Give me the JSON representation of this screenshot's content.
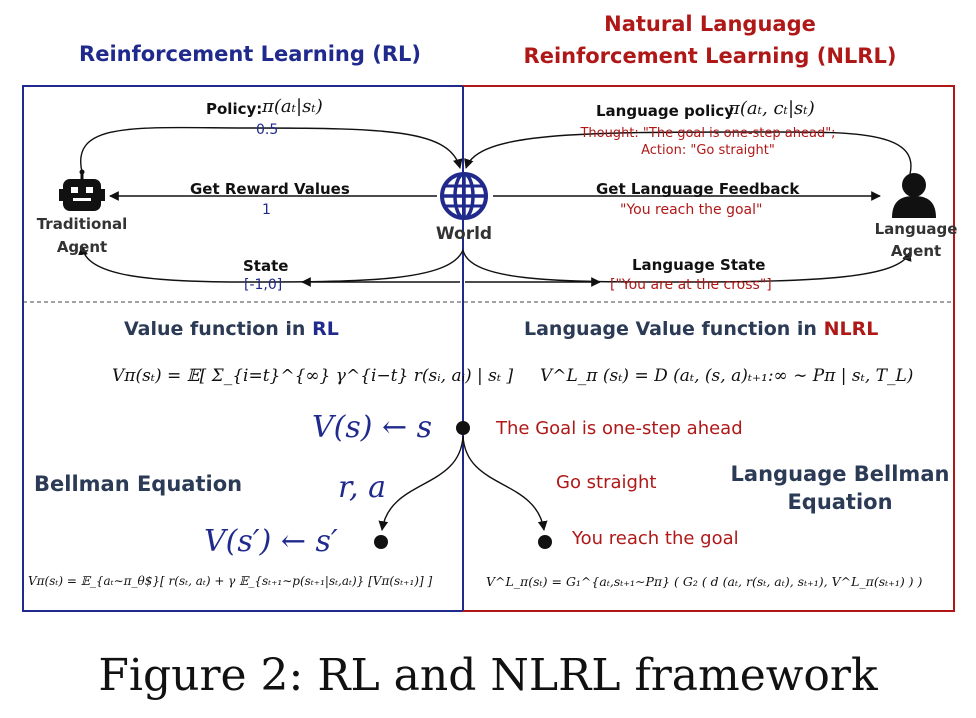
{
  "headers": {
    "rl": "Reinforcement Learning (RL)",
    "nlrl_line1": "Natural Language",
    "nlrl_line2": "Reinforcement Learning (NLRL)"
  },
  "rl": {
    "policy_label": "Policy:",
    "policy_math": "π(aₜ|sₜ)",
    "policy_value": "0.5",
    "reward_label": "Get Reward Values",
    "reward_value": "1",
    "state_label": "State",
    "state_value": "[-1,0]",
    "agent_line1": "Traditional",
    "agent_line2": "Agent",
    "value_fn_prefix": "Value function in ",
    "value_fn_suffix": "RL",
    "value_fn_math": "Vπ(sₜ) = 𝔼[ Σ_{i=t}^{∞} γ^{i−t} r(sᵢ, aᵢ) | sₜ ]",
    "vs": "V(s) ← s",
    "ra": "r, a",
    "vs_prime": "V(s′) ← s′",
    "bellman": "Bellman Equation",
    "bellman_math": "Vπ(sₜ) = 𝔼_{aₜ∼π_θ$}[ r(sₜ, aₜ) + γ 𝔼_{sₜ₊₁∼p(sₜ₊₁|sₜ,aₜ)} [Vπ(sₜ₊₁)] ]"
  },
  "world_label": "World",
  "nlrl": {
    "policy_label": "Language policy",
    "policy_math": "π(aₜ, cₜ|sₜ)",
    "thought": "Thought: \"The goal is one-step ahead\";",
    "action": "Action: \"Go straight\"",
    "feedback_label": "Get Language Feedback",
    "feedback_value": "\"You reach the goal\"",
    "state_label": "Language State",
    "state_value": "[\"You are at the cross\"]",
    "agent_line1": "Language",
    "agent_line2": "Agent",
    "value_fn_prefix": "Language Value function in ",
    "value_fn_suffix": "NLRL",
    "value_fn_math": "V^L_π (sₜ) = D (aₜ, (s, a)ₜ₊₁:∞ ∼ Pπ | sₜ, T_L)",
    "goal_text": "The Goal is one-step ahead",
    "go_straight": "Go straight",
    "reach_goal": "You reach the goal",
    "bellman_line1": "Language Bellman",
    "bellman_line2": "Equation",
    "bellman_math": "V^L_π(sₜ) = G₁^{aₜ,sₜ₊₁∼Pπ} ( G₂ ( d (aₜ, r(sₜ, aₜ), sₜ₊₁), V^L_π(sₜ₊₁) ) )"
  },
  "caption": "Figure 2: RL and NLRL framework",
  "colors": {
    "rl_blue": "#1f2a8c",
    "nlrl_red": "#b01818",
    "section_gray": "#2b3a55"
  }
}
